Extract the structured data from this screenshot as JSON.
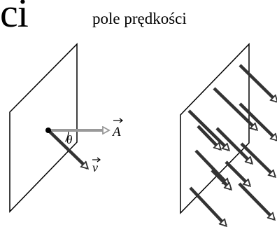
{
  "header": {
    "partial_heading": "ci",
    "subtitle": "pole prędkości"
  },
  "left_diagram": {
    "angle_label": "θ",
    "area_vector_label": "A",
    "velocity_label": "v",
    "area_vector_color": "#999999",
    "velocity_color": "#333333"
  },
  "right_diagram": {
    "arrow_color": "#333333",
    "arrow_count": 12
  }
}
